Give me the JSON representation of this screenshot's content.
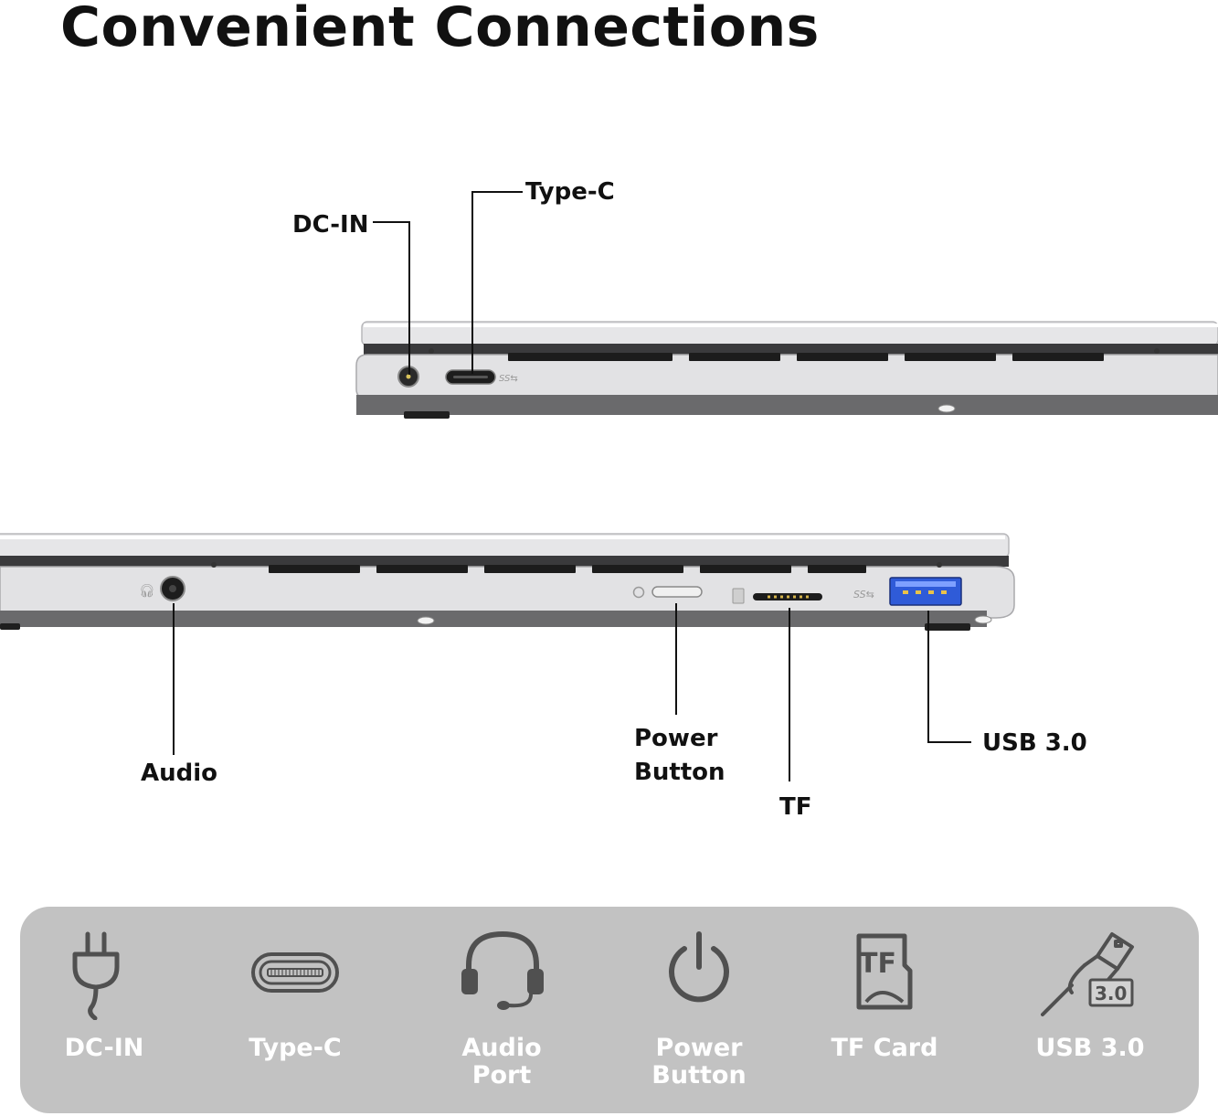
{
  "title": "Convenient Connections",
  "callouts": {
    "dc_in": "DC-IN",
    "type_c": "Type-C",
    "audio": "Audio",
    "power_line1": "Power",
    "power_line2": "Button",
    "tf": "TF",
    "usb": "USB 3.0"
  },
  "features": [
    {
      "icon": "plug-icon",
      "label": "DC-IN"
    },
    {
      "icon": "usb-c-port-icon",
      "label": "Type-C"
    },
    {
      "icon": "headset-icon",
      "label": "Audio\nPort"
    },
    {
      "icon": "power-icon",
      "label": "Power\nButton"
    },
    {
      "icon": "tf-card-icon",
      "label": "TF Card",
      "icon_text": "TF"
    },
    {
      "icon": "usb-plug-icon",
      "label": "USB 3.0",
      "icon_text": "3.0"
    }
  ],
  "colors": {
    "panel": "#c2c2c2",
    "panel_text": "#ffffff",
    "icon": "#505050",
    "chassis": "#e4e4e6",
    "usb_blue": "#2f5bd8"
  }
}
